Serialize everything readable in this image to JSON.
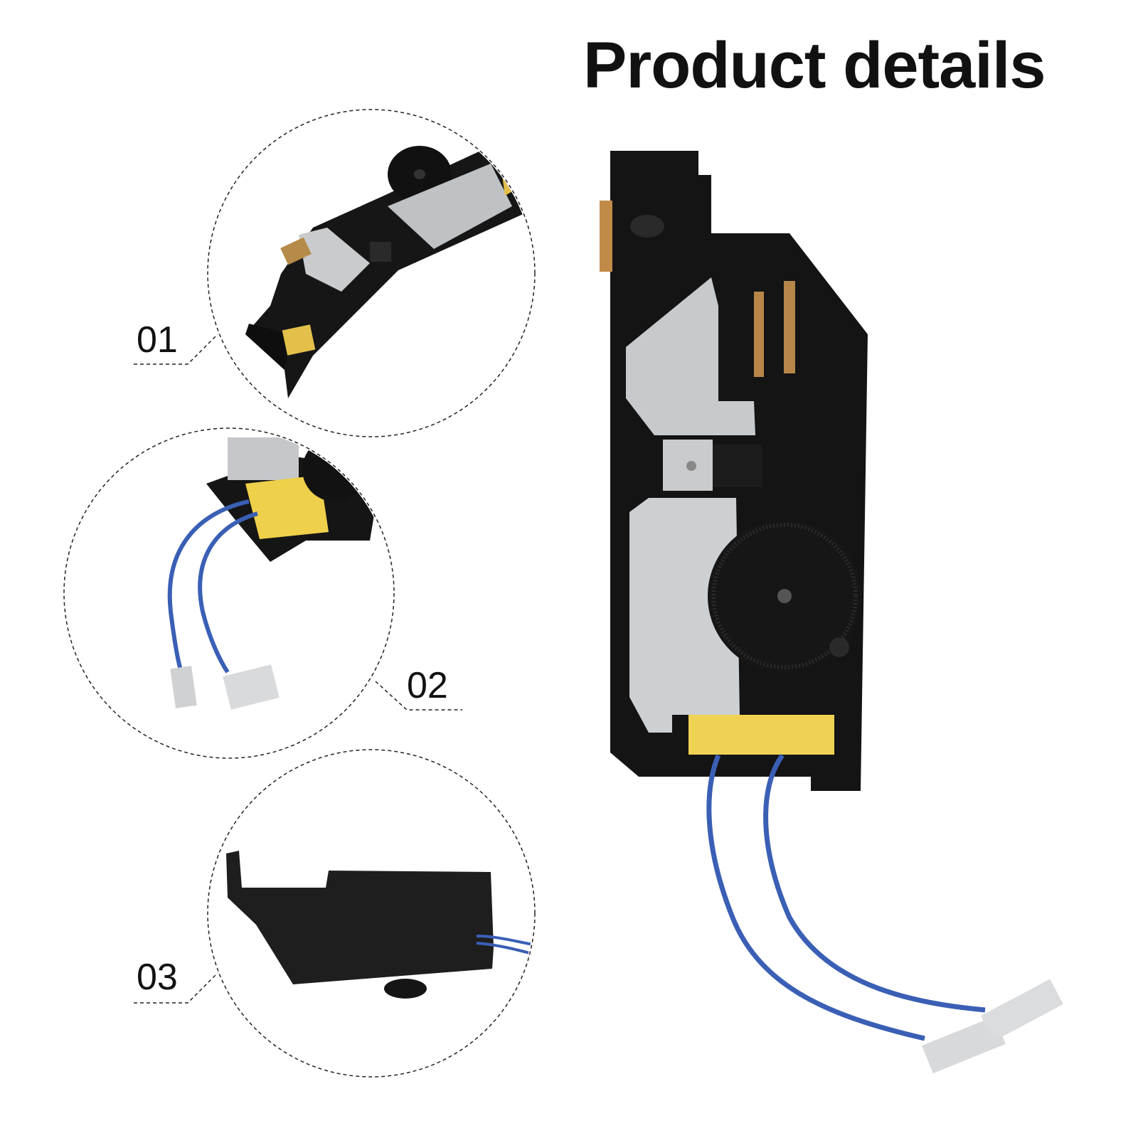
{
  "page": {
    "title": "Product details"
  },
  "callouts": [
    {
      "number": "01"
    },
    {
      "number": "02"
    },
    {
      "number": "03"
    }
  ],
  "colors": {
    "housing": "#1a1a1a",
    "metal": "#c8cacc",
    "capacitor": "#f2d24c",
    "wire": "#3a5fb5",
    "terminal": "#d9d9d9",
    "dashed_line": "#222222"
  }
}
